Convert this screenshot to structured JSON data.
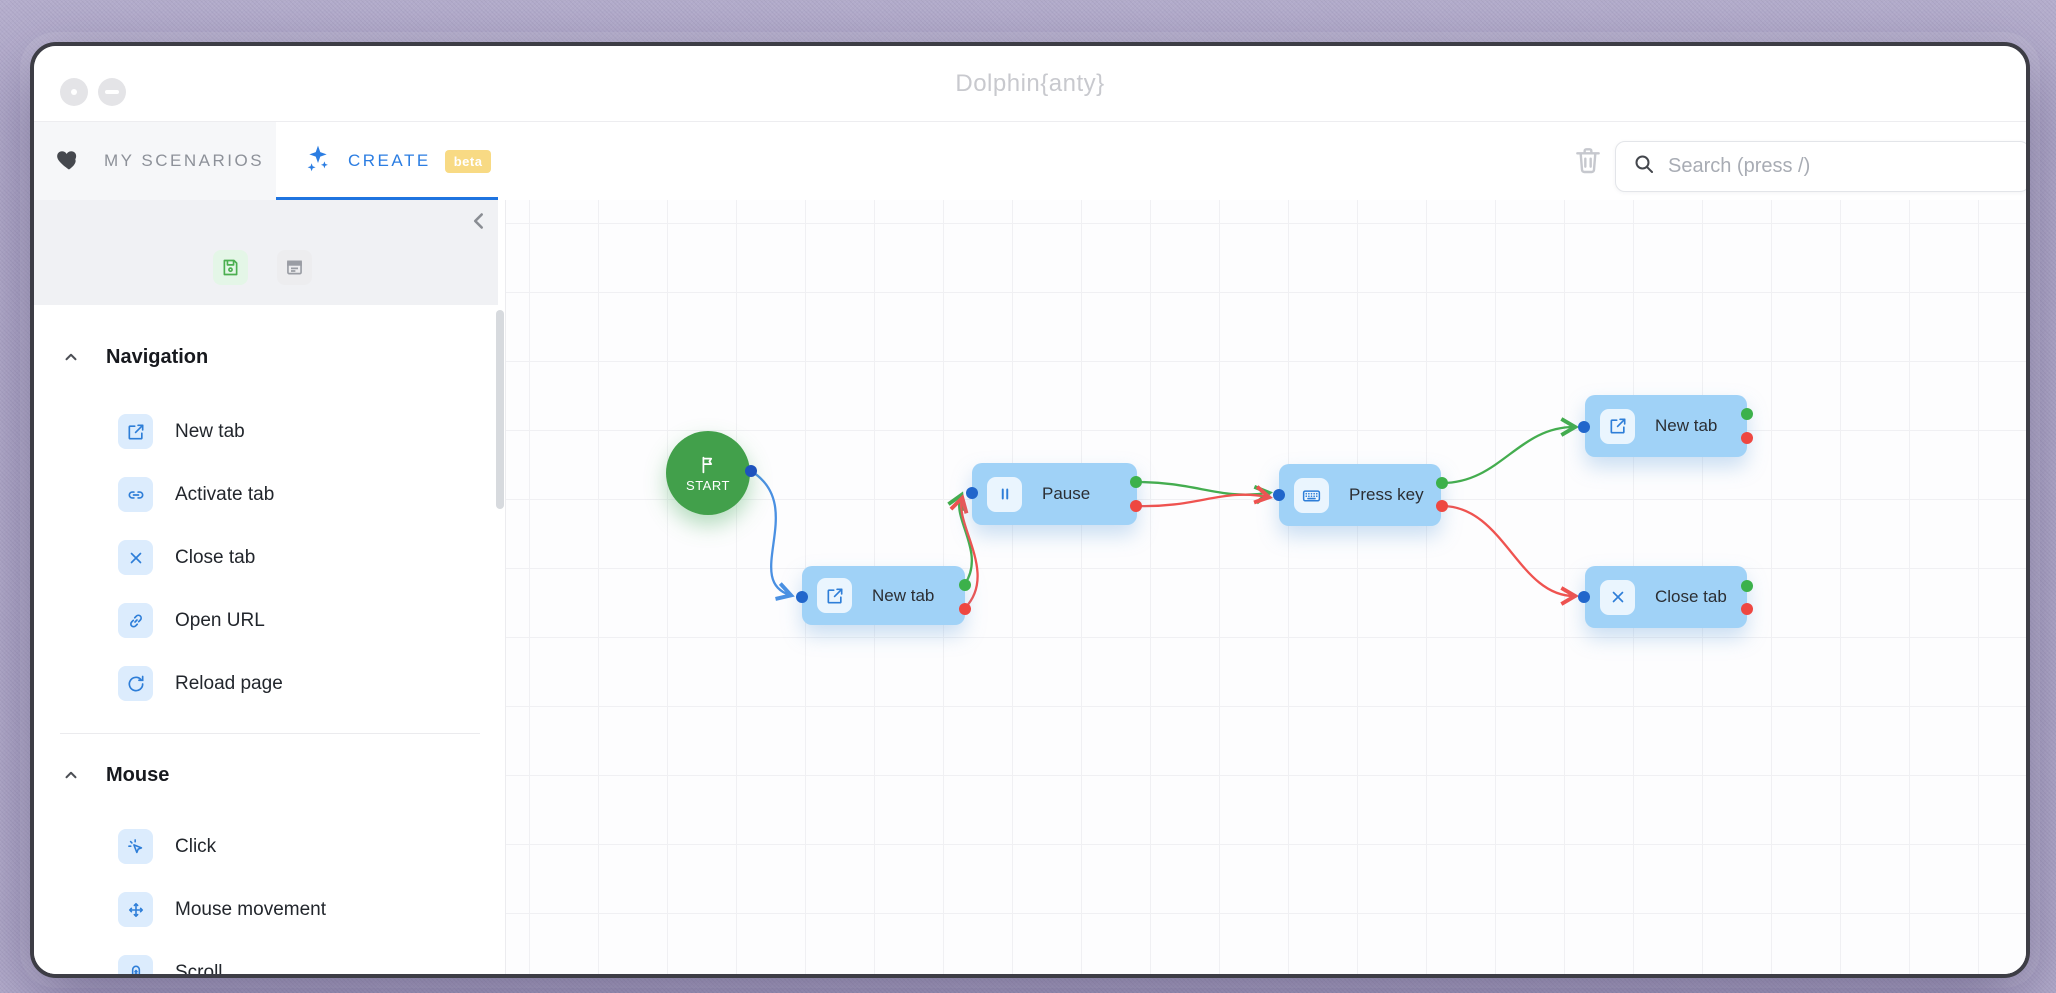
{
  "window": {
    "title": "Dolphin{anty}"
  },
  "tabs": {
    "my_scenarios": "MY SCENARIOS",
    "create": "CREATE",
    "beta_badge": "beta"
  },
  "toolbar": {
    "search_placeholder": "Search (press /)"
  },
  "sidebar": {
    "top_icons": [
      "save-icon",
      "notes-icon"
    ],
    "collapse_icon": "chevron-left-icon",
    "sections": [
      {
        "label": "Navigation",
        "items": [
          {
            "icon": "new-tab-icon",
            "label": "New tab"
          },
          {
            "icon": "activate-tab-icon",
            "label": "Activate tab"
          },
          {
            "icon": "close-tab-icon",
            "label": "Close tab"
          },
          {
            "icon": "open-url-icon",
            "label": "Open URL"
          },
          {
            "icon": "reload-page-icon",
            "label": "Reload page"
          }
        ]
      },
      {
        "label": "Mouse",
        "items": [
          {
            "icon": "click-icon",
            "label": "Click"
          },
          {
            "icon": "mouse-movement-icon",
            "label": "Mouse movement"
          },
          {
            "icon": "scroll-icon",
            "label": "Scroll"
          }
        ]
      }
    ]
  },
  "canvas": {
    "start": {
      "label": "START",
      "icon": "flag-icon"
    },
    "nodes": [
      {
        "icon": "new-tab-icon",
        "label": "New tab"
      },
      {
        "icon": "pause-icon",
        "label": "Pause"
      },
      {
        "icon": "keyboard-icon",
        "label": "Press key"
      },
      {
        "icon": "new-tab-icon",
        "label": "New tab"
      },
      {
        "icon": "close-tab-icon",
        "label": "Close tab"
      }
    ],
    "edges": [
      {
        "from": "start",
        "to": "new-tab-1",
        "type": "flow",
        "color": "blue"
      },
      {
        "from": "new-tab-1-success",
        "to": "pause",
        "type": "success",
        "color": "green"
      },
      {
        "from": "new-tab-1-error",
        "to": "pause",
        "type": "error",
        "color": "red"
      },
      {
        "from": "pause-success",
        "to": "press-key",
        "type": "success",
        "color": "green"
      },
      {
        "from": "pause-error",
        "to": "press-key",
        "type": "error",
        "color": "red"
      },
      {
        "from": "press-key-success",
        "to": "new-tab-2",
        "type": "success",
        "color": "green"
      },
      {
        "from": "press-key-error",
        "to": "close-tab",
        "type": "error",
        "color": "red"
      }
    ]
  },
  "colors": {
    "accent_blue": "#2b7de2",
    "node_fill": "#a0d2f7",
    "node_chip": "#eaf5fe",
    "start_green": "#42a04b",
    "port_in_blue": "#2166cb",
    "port_success_green": "#3cb14b",
    "port_error_red": "#ee4741",
    "edge_blue": "#4a90e2",
    "edge_green": "#44ad4f",
    "edge_red": "#ef5350",
    "beta_badge_bg": "#f8da84",
    "frame_bg": "#b5aecd"
  }
}
